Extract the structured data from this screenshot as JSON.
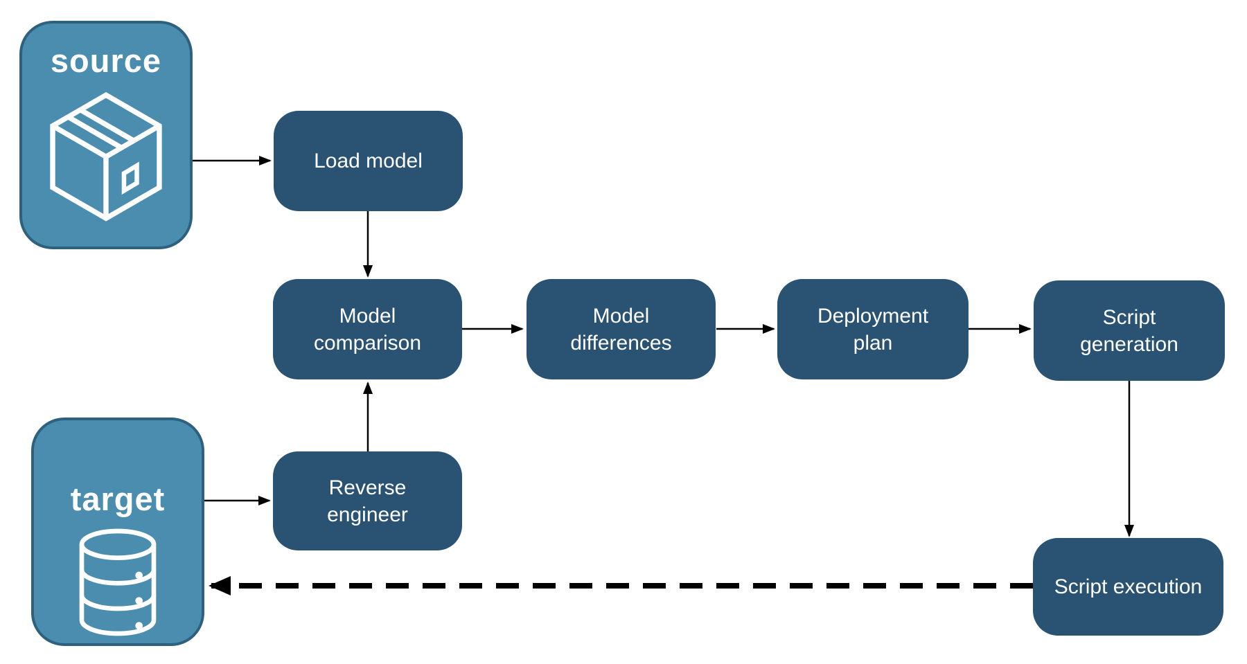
{
  "diagram": {
    "nodes": {
      "source": {
        "label": "source",
        "type": "endpoint",
        "icon": "package-box-icon"
      },
      "target": {
        "label": "target",
        "type": "endpoint",
        "icon": "database-icon"
      },
      "load_model": {
        "label": "Load model",
        "type": "step"
      },
      "model_comparison": {
        "label": "Model comparison",
        "type": "step"
      },
      "model_differences": {
        "label": "Model differences",
        "type": "step"
      },
      "deployment_plan": {
        "label": "Deployment plan",
        "type": "step"
      },
      "script_generation": {
        "label": "Script generation",
        "type": "step"
      },
      "reverse_engineer": {
        "label": "Reverse engineer",
        "type": "step"
      },
      "script_execution": {
        "label": "Script execution",
        "type": "step"
      }
    },
    "edges": [
      {
        "from": "source",
        "to": "load_model",
        "style": "solid"
      },
      {
        "from": "load_model",
        "to": "model_comparison",
        "style": "solid"
      },
      {
        "from": "model_comparison",
        "to": "model_differences",
        "style": "solid"
      },
      {
        "from": "model_differences",
        "to": "deployment_plan",
        "style": "solid"
      },
      {
        "from": "deployment_plan",
        "to": "script_generation",
        "style": "solid"
      },
      {
        "from": "script_generation",
        "to": "script_execution",
        "style": "solid"
      },
      {
        "from": "target",
        "to": "reverse_engineer",
        "style": "solid"
      },
      {
        "from": "reverse_engineer",
        "to": "model_comparison",
        "style": "solid"
      },
      {
        "from": "script_execution",
        "to": "target",
        "style": "dashed"
      }
    ]
  },
  "colors": {
    "background": "#FFFFFF",
    "endpoint_fill": "#4A8DAE",
    "endpoint_border": "#2E617E",
    "step_fill": "#2A5273",
    "label_text": "#FFFFFF",
    "arrow": "#000000"
  }
}
